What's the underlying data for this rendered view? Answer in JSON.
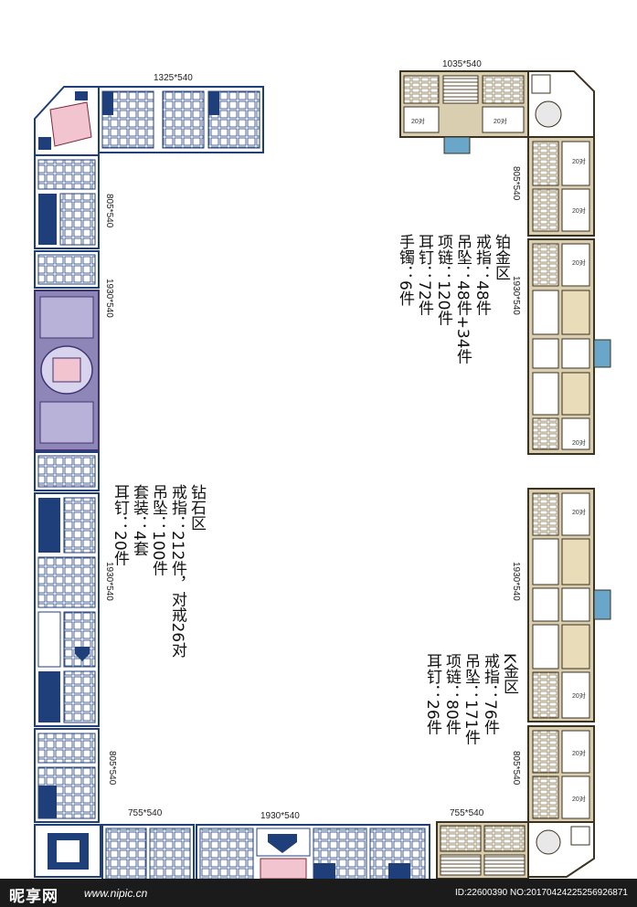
{
  "dimensions": {
    "top_left": "1325*540",
    "top_right": "1035*540",
    "left_upper": "805*540",
    "left_middle": "1930*540",
    "left_lower": "1930*540",
    "left_bottom": "805*540",
    "bottom_a": "755*540",
    "bottom_b": "1930*540",
    "bottom_c": "755*540",
    "right_upper": "805*540",
    "right_middle": "1930*540",
    "right_lower": "1930*540",
    "right_bottom": "805*540"
  },
  "platinum_zone": {
    "title": "铂金区",
    "rows": [
      "戒指：48件",
      "吊坠：48件+34件",
      "项链：120件",
      "耳钉：72件",
      "手镯：6件"
    ]
  },
  "diamond_zone": {
    "title": "钻石区",
    "rows": [
      "戒指：212件，对戒26对",
      "吊坠：100件",
      "套装：4套",
      "耳钉：20件"
    ]
  },
  "kgold_zone": {
    "title": "K金区",
    "rows": [
      "戒指：76件",
      "吊坠：171件",
      "项链：80件",
      "耳钉：26件"
    ]
  },
  "tray_tag": "20对",
  "watermark": {
    "logo": "昵享网",
    "url": "www.nipic.cn",
    "id": "ID:22600390 NO:20170424225256926871"
  },
  "colors": {
    "diamond_blue": "#1f3f7a",
    "platinum_gold": "#b8a57a",
    "purple": "#8f86b8"
  }
}
